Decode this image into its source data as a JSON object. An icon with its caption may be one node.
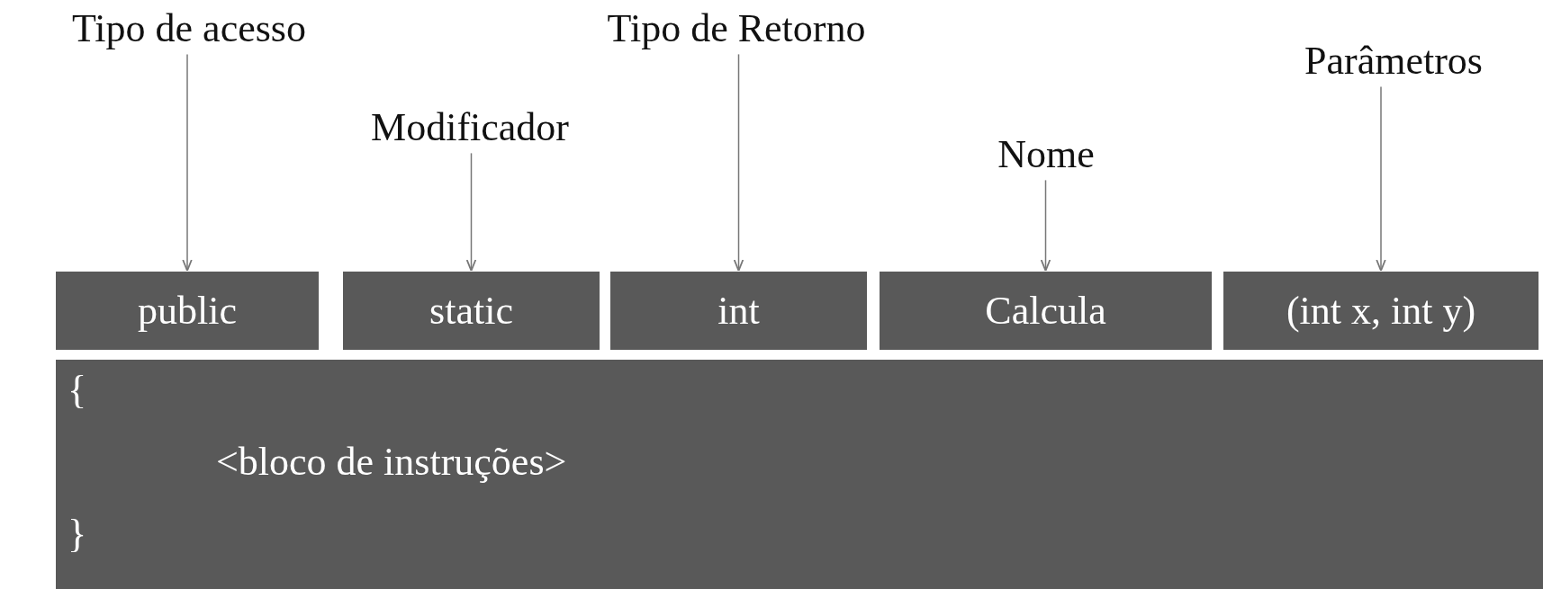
{
  "diagram": {
    "nodes": [
      {
        "text": [
          "Tipo de acesso"
        ]
      },
      {
        "text": [
          "Modificador"
        ]
      },
      {
        "text": [
          "Tipo de Retorno"
        ]
      },
      {
        "text": [
          "Nome"
        ]
      },
      {
        "text": [
          "Parâmetros"
        ]
      },
      {
        "text": [
          "public"
        ]
      },
      {
        "text": [
          "static"
        ]
      },
      {
        "text": [
          "int"
        ]
      },
      {
        "text": [
          "Calcula"
        ]
      },
      {
        "text": [
          "(int x, int y)"
        ]
      },
      {
        "text": [
          "{",
          "<bloco de instruções>",
          "}"
        ]
      }
    ],
    "edges": [
      {
        "from": 0,
        "to": 5,
        "arrow": "to"
      },
      {
        "from": 1,
        "to": 6,
        "arrow": "to"
      },
      {
        "from": 2,
        "to": 7,
        "arrow": "to"
      },
      {
        "from": 3,
        "to": 8,
        "arrow": "to"
      },
      {
        "from": 4,
        "to": 9,
        "arrow": "to"
      }
    ]
  }
}
